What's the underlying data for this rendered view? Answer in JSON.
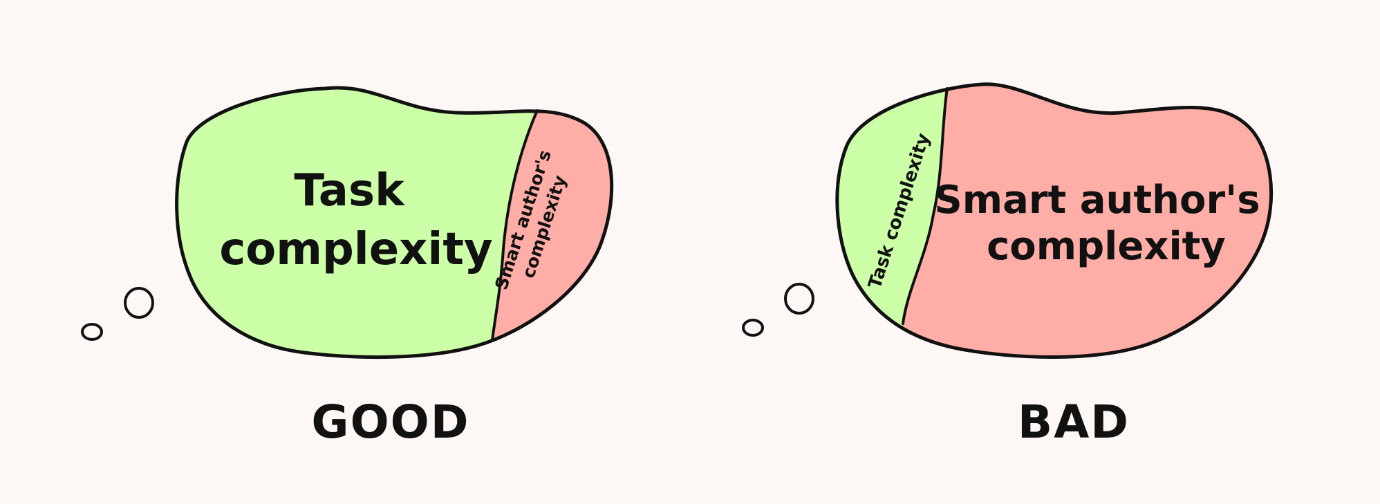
{
  "colors": {
    "background": "#fdf8f5",
    "task_fill": "#ccffa8",
    "author_fill": "#ffaea7",
    "outline": "#111111"
  },
  "good_panel": {
    "task_label_line1": "Task",
    "task_label_line2": "complexity",
    "author_label_line1": "Smart author's",
    "author_label_line2": "complexity",
    "verdict": "GOOD",
    "task_share": 0.8,
    "author_share": 0.2
  },
  "bad_panel": {
    "task_label": "Task complexity",
    "author_label_line1": "Smart author's",
    "author_label_line2": "complexity",
    "verdict": "BAD",
    "task_share": 0.2,
    "author_share": 0.8
  }
}
